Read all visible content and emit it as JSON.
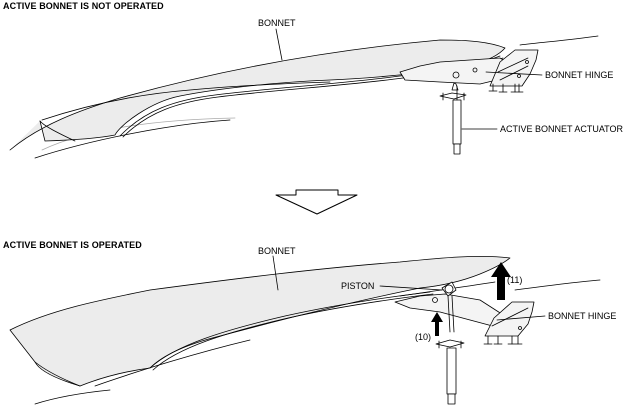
{
  "top": {
    "heading": "ACTIVE BONNET IS NOT OPERATED",
    "labels": {
      "bonnet": "BONNET",
      "bonnet_hinge": "BONNET HINGE",
      "actuator": "ACTIVE BONNET ACTUATOR"
    }
  },
  "bottom": {
    "heading": "ACTIVE BONNET IS OPERATED",
    "labels": {
      "bonnet": "BONNET",
      "piston": "PISTON",
      "bonnet_hinge": "BONNET HINGE",
      "callout_11": "(11)",
      "callout_10": "(10)"
    }
  }
}
